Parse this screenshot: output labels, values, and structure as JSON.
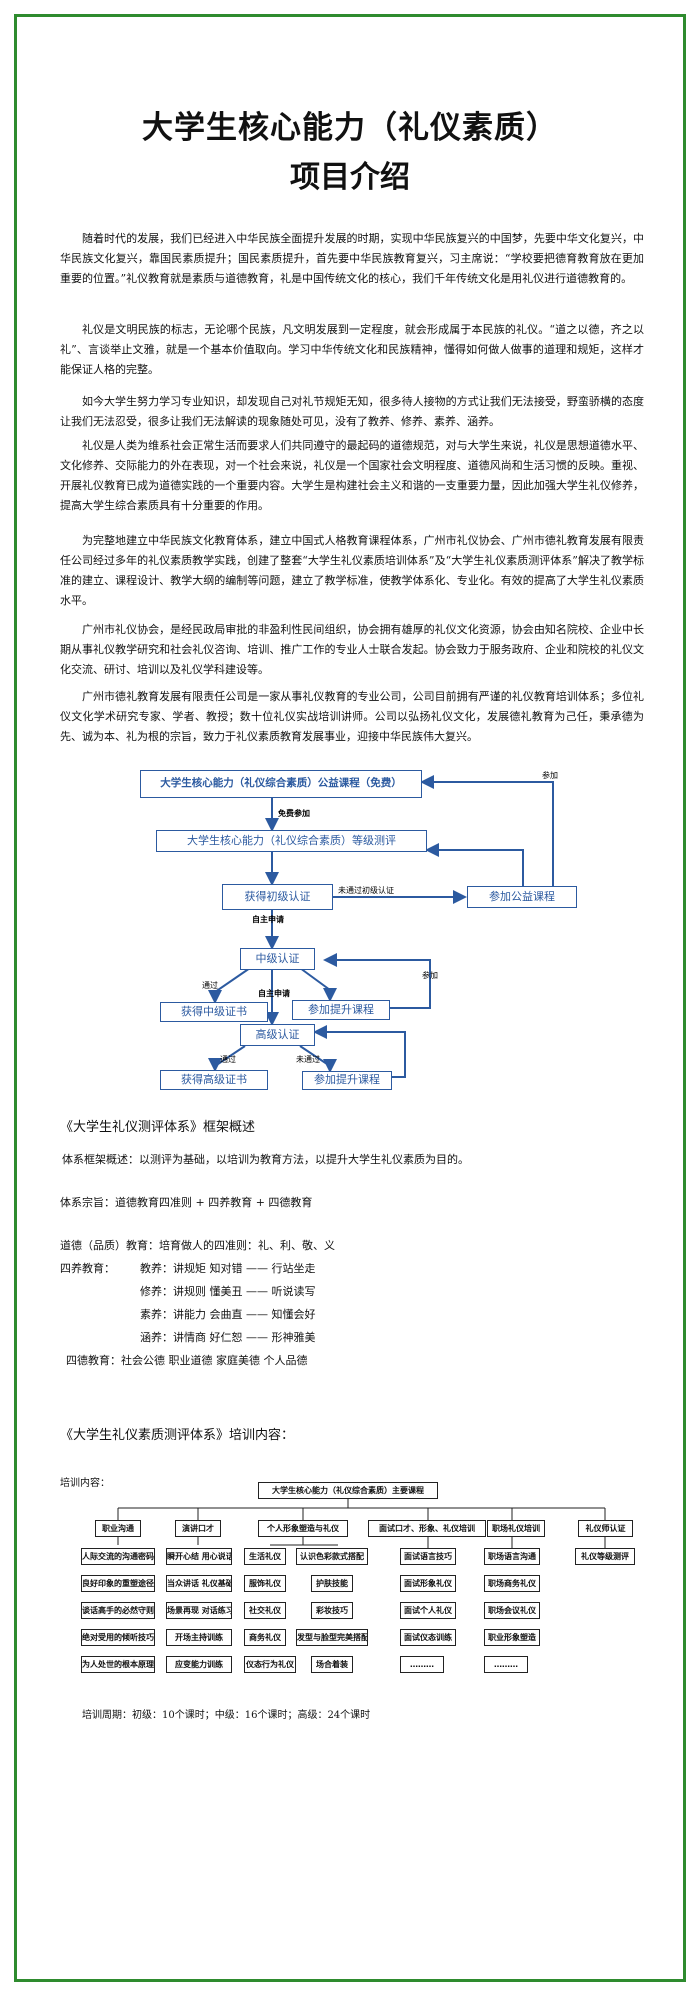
{
  "title": {
    "line1": "大学生核心能力（礼仪素质）",
    "line2": "项目介绍"
  },
  "paragraphs": [
    "随着时代的发展，我们已经进入中华民族全面提升发展的时期，实现中华民族复兴的中国梦，先要中华文化复兴，中华民族文化复兴，靠国民素质提升；国民素质提升，首先要中华民族教育复兴，习主席说：“学校要把德育教育放在更加重要的位置。”礼仪教育就是素质与道德教育，礼是中国传统文化的核心，我们千年传统文化是用礼仪进行道德教育的。",
    "礼仪是文明民族的标志，无论哪个民族，凡文明发展到一定程度，就会形成属于本民族的礼仪。“道之以德，齐之以礼”、言谈举止文雅，就是一个基本价值取向。学习中华传统文化和民族精神，懂得如何做人做事的道理和规矩，这样才能保证人格的完整。",
    "如今大学生努力学习专业知识，却发现自己对礼节规矩无知，很多待人接物的方式让我们无法接受，野蛮骄横的态度让我们无法忍受，很多让我们无法解读的现象随处可见，没有了教养、修养、素养、涵养。",
    "礼仪是人类为维系社会正常生活而要求人们共同遵守的最起码的道德规范，对与大学生来说，礼仪是思想道德水平、文化修养、交际能力的外在表现，对一个社会来说，礼仪是一个国家社会文明程度、道德风尚和生活习惯的反映。重视、开展礼仪教育已成为道德实践的一个重要内容。大学生是构建社会主义和谐的一支重要力量，因此加强大学生礼仪修养，提高大学生综合素质具有十分重要的作用。",
    " 为完整地建立中华民族文化教育体系，建立中国式人格教育课程体系，广州市礼仪协会、广州市德礼教育发展有限责任公司经过多年的礼仪素质教学实践，创建了整套“大学生礼仪素质培训体系”及“大学生礼仪素质测评体系”解决了教学标准的建立、课程设计、教学大纲的编制等问题，建立了教学标准，使教学体系化、专业化。有效的提高了大学生礼仪素质水平。",
    "广州市礼仪协会，是经民政局审批的非盈利性民间组织，协会拥有雄厚的礼仪文化资源，协会由知名院校、企业中长期从事礼仪教学研究和社会礼仪咨询、培训、推广工作的专业人士联合发起。协会致力于服务政府、企业和院校的礼仪文化交流、研讨、培训以及礼仪学科建设等。",
    "广州市德礼教育发展有限责任公司是一家从事礼仪教育的专业公司，公司目前拥有严谨的礼仪教育培训体系；多位礼仪文化学术研究专家、学者、教授；数十位礼仪实战培训讲师。公司以弘扬礼仪文化，发展德礼教育为己任，秉承德为先、诚为本、礼为根的宗旨，致力于礼仪素质教育发展事业，迎接中华民族伟大复兴。"
  ],
  "flowchart": {
    "top": "大学生核心能力（礼仪综合素质）公益课程（免费）",
    "free_join": "免费参加",
    "join": "参加",
    "assess": "大学生核心能力（礼仪综合素质）等级测评",
    "primary": "获得初级认证",
    "not_pass_primary": "未通过初级认证",
    "public_course": "参加公益课程",
    "self_apply1": "自主申请",
    "mid": "中级认证",
    "pass1": "通过",
    "mid_cert": "获得中级证书",
    "self_apply2": "自主申请",
    "improve1": "参加提升课程",
    "join2": "参加",
    "high": "高级认证",
    "pass2": "通过",
    "not_pass": "未通过",
    "high_cert": "获得高级证书",
    "improve2": "参加提升课程"
  },
  "framework": {
    "title": "《大学生礼仪测评体系》框架概述",
    "overview": "体系框架概述：以测评为基础，以培训为教育方法，以提升大学生礼仪素质为目的。",
    "tenet": "体系宗旨：道德教育四准则 + 四养教育 + 四德教育",
    "moral": "道德（品质）教育：培育做人的四准则：礼、利、敬、义",
    "four_label": "四养教育：",
    "four": [
      "教养：讲规矩  知对错 —— 行站坐走",
      "修养：讲规则  懂美丑 —— 听说读写",
      "素养：讲能力  会曲直 —— 知懂会好",
      "涵养：讲情商  好仁恕 —— 形神雅美"
    ],
    "four_virtue": "四德教育：社会公德   职业道德   家庭美德   个人品德"
  },
  "training": {
    "title": "《大学生礼仪素质测评体系》培训内容：",
    "label": "培训内容：",
    "root": "大学生核心能力（礼仪综合素质）主要课程",
    "columns": [
      {
        "head": "职业沟通",
        "items": [
          "人际交流的沟通密码",
          "良好印象的重塑途径",
          "谈话高手的必然守则",
          "绝对受用的倾听技巧",
          "为人处世的根本原理"
        ]
      },
      {
        "head": "演讲口才",
        "items": [
          "瞬开心结 用心说话",
          "当众讲话 礼仪基础",
          "场景再现 对话练习",
          "开场主持训练",
          "应变能力训练"
        ]
      },
      {
        "head": "个人形象塑造与礼仪",
        "items": [
          "生活礼仪",
          "服饰礼仪",
          "社交礼仪",
          "商务礼仪",
          "仪态行为礼仪"
        ]
      },
      {
        "head": "",
        "items": [
          "认识色彩款式搭配",
          "护肤技能",
          "彩妆技巧",
          "发型与脸型完美搭配",
          "场合着装"
        ]
      },
      {
        "head": "面试口才、形象、礼仪培训",
        "items": [
          "面试语言技巧",
          "面试形象礼仪",
          "面试个人礼仪",
          "面试仪态训练",
          "………"
        ]
      },
      {
        "head": "职场礼仪培训",
        "items": [
          "职场语言沟通",
          "职场商务礼仪",
          "职场会议礼仪",
          "职业形象塑造",
          "………"
        ]
      },
      {
        "head": "礼仪师认证",
        "items": [
          "礼仪等级测评"
        ]
      }
    ],
    "period": "培训周期：初级：10个课时；中级：16个课时；高级：24个课时"
  }
}
